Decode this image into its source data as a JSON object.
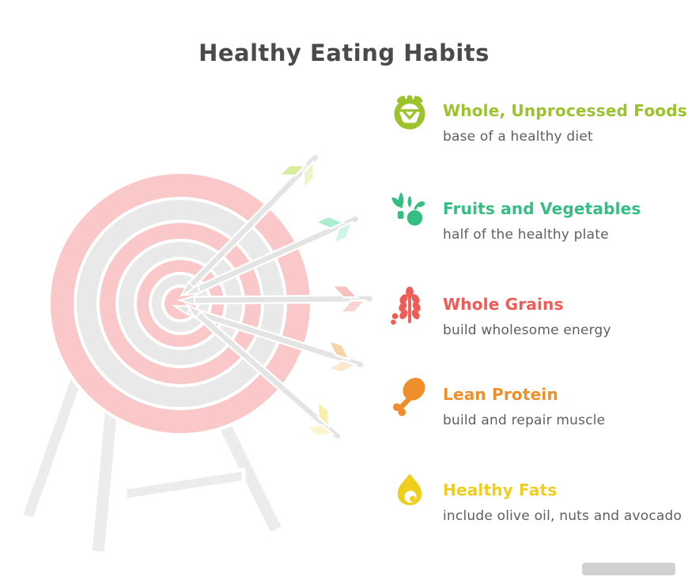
{
  "page": {
    "title": "Healthy Eating Habits"
  },
  "colors": {
    "title_text": "#4a4a4a",
    "subtitle_text": "#5f5f5f",
    "target_pink": "#fac8c8",
    "target_gray": "#e9e9e9",
    "stand_gray": "#ececec",
    "shaft_gray": "#e4e4e4",
    "watermark": "#9a9a9a"
  },
  "items": [
    {
      "label": "Whole, Unprocessed Foods",
      "description": "base of a healthy diet",
      "color": "#9cc22c",
      "fletching_color": "#d8ee9c",
      "icon": "basket-icon"
    },
    {
      "label": "Fruits and Vegetables",
      "description": "half of the healthy plate",
      "color": "#35be82",
      "fletching_color": "#a9edcf",
      "icon": "vegetables-icon"
    },
    {
      "label": "Whole Grains",
      "description": "build wholesome energy",
      "color": "#f05b55",
      "fletching_color": "#f5c2c0",
      "icon": "wheat-icon"
    },
    {
      "label": "Lean Protein",
      "description": "build and repair muscle",
      "color": "#ef8f2c",
      "fletching_color": "#f7d3a9",
      "icon": "drumstick-icon"
    },
    {
      "label": "Healthy Fats",
      "description": "include olive oil, nuts and avocado",
      "color": "#f0ce1d",
      "fletching_color": "#f8efa8",
      "icon": "avocado-icon"
    }
  ],
  "illustration": {
    "name": "archery target on stand with five arrows"
  }
}
